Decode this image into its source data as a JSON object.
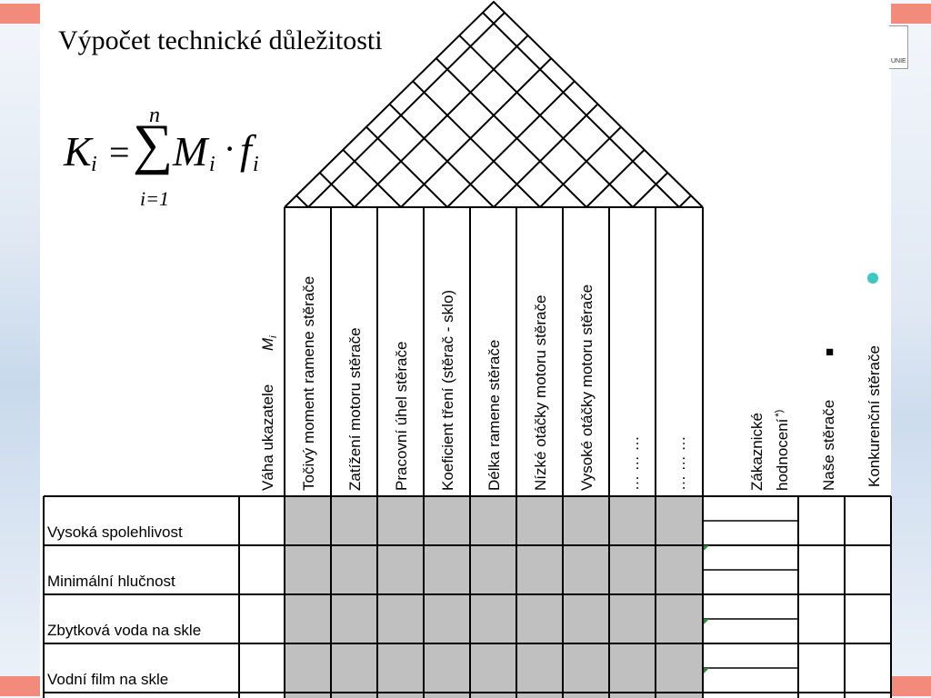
{
  "title": "Výpočet technické důležitosti",
  "formula": {
    "lhs": "K",
    "lhs_sub": "i",
    "equals": "=",
    "sigma": "∑",
    "upper": "n",
    "lower": "i=1",
    "m": "M",
    "m_sub": "i",
    "dot": "·",
    "f": "f",
    "f_sub": "i"
  },
  "weight_header": {
    "label": "Váha ukazatele",
    "symbol": "M",
    "symbol_sub": "i"
  },
  "technical_columns": [
    "Točivý moment ramene stěrače",
    "Zatížení motoru stěrače",
    "Pracovní úhel stěrače",
    "Koeficient tření (stěrač - sklo)",
    "Délka ramene stěrače",
    "Nízké otáčky motoru stěrače",
    "Vysoké otáčky motoru stěrače",
    "… … …",
    "… … …"
  ],
  "customer_eval": {
    "line1": "Zákaznické",
    "line2": "hodnocení",
    "footnote": "*)"
  },
  "our_wipers": {
    "label": "Naše stěrače",
    "marker": "■"
  },
  "competitor": {
    "label": "Konkurenční stěrače",
    "marker": "●"
  },
  "rows": [
    "Vysoká spolehlivost",
    "Minimální hlučnost",
    "Zbytková voda na skle",
    "Vodní film na skle"
  ],
  "logo_text": "UNIE",
  "colors": {
    "matrix_fill": "#c0c0c0",
    "accent_stripe": "#f28b7c",
    "competitor_dot": "#3cc7c0",
    "green_tick": "#2e8b3a"
  }
}
